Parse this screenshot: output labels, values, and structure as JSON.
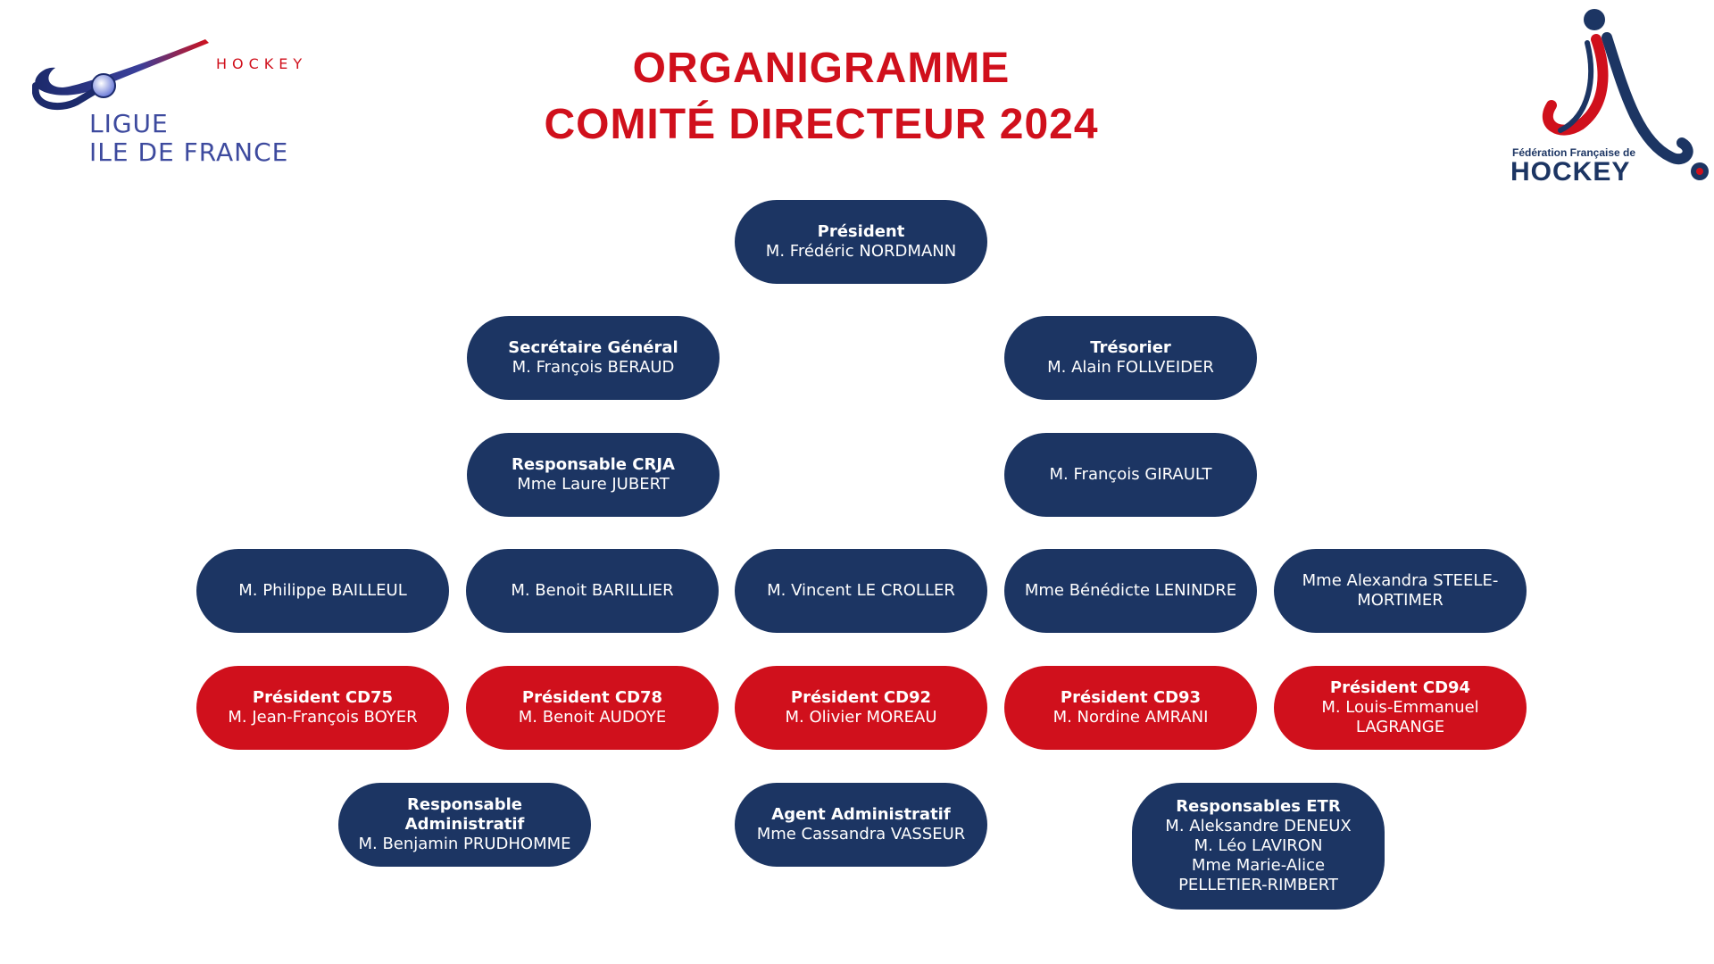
{
  "header": {
    "title_line1": "ORGANIGRAMME",
    "title_line2": "COMITÉ DIRECTEUR 2024"
  },
  "logo_left": {
    "hockey": "HOCKEY",
    "line1": "LIGUE",
    "line2": "ILE DE FRANCE"
  },
  "logo_right": {
    "federation": "Fédération Française de",
    "hockey": "HOCKEY"
  },
  "colors": {
    "navy": "#1c3563",
    "red": "#d0101c"
  },
  "boxes": {
    "president": {
      "role": "Président",
      "name": "M. Frédéric NORDMANN"
    },
    "secretaire": {
      "role": "Secrétaire Général",
      "name": "M. François BERAUD"
    },
    "tresorier": {
      "role": "Trésorier",
      "name": "M. Alain FOLLVEIDER"
    },
    "crja": {
      "role": "Responsable CRJA",
      "name": "Mme Laure JUBERT"
    },
    "girault": {
      "name": "M. François GIRAULT"
    },
    "bailleul": {
      "name": "M. Philippe BAILLEUL"
    },
    "barillier": {
      "name": "M. Benoit BARILLIER"
    },
    "lecroller": {
      "name": "M. Vincent LE CROLLER"
    },
    "lenindre": {
      "name": "Mme Bénédicte LENINDRE"
    },
    "steele": {
      "name_line1": "Mme Alexandra STEELE-",
      "name_line2": "MORTIMER"
    },
    "cd75": {
      "role": "Président CD75",
      "name": "M. Jean-François BOYER"
    },
    "cd78": {
      "role": "Président CD78",
      "name": "M. Benoit AUDOYE"
    },
    "cd92": {
      "role": "Président CD92",
      "name": "M. Olivier MOREAU"
    },
    "cd93": {
      "role": "Président CD93",
      "name": "M. Nordine AMRANI"
    },
    "cd94": {
      "role": "Président CD94",
      "name_line1": "M. Louis-Emmanuel",
      "name_line2": "LAGRANGE"
    },
    "resp_admin": {
      "role": "Responsable Administratif",
      "name": "M. Benjamin PRUDHOMME"
    },
    "agent_admin": {
      "role": "Agent Administratif",
      "name": "Mme Cassandra VASSEUR"
    },
    "etr": {
      "role": "Responsables ETR",
      "names": [
        "M. Aleksandre DENEUX",
        "M. Léo LAVIRON",
        "Mme Marie-Alice",
        "PELLETIER-RIMBERT"
      ]
    }
  }
}
